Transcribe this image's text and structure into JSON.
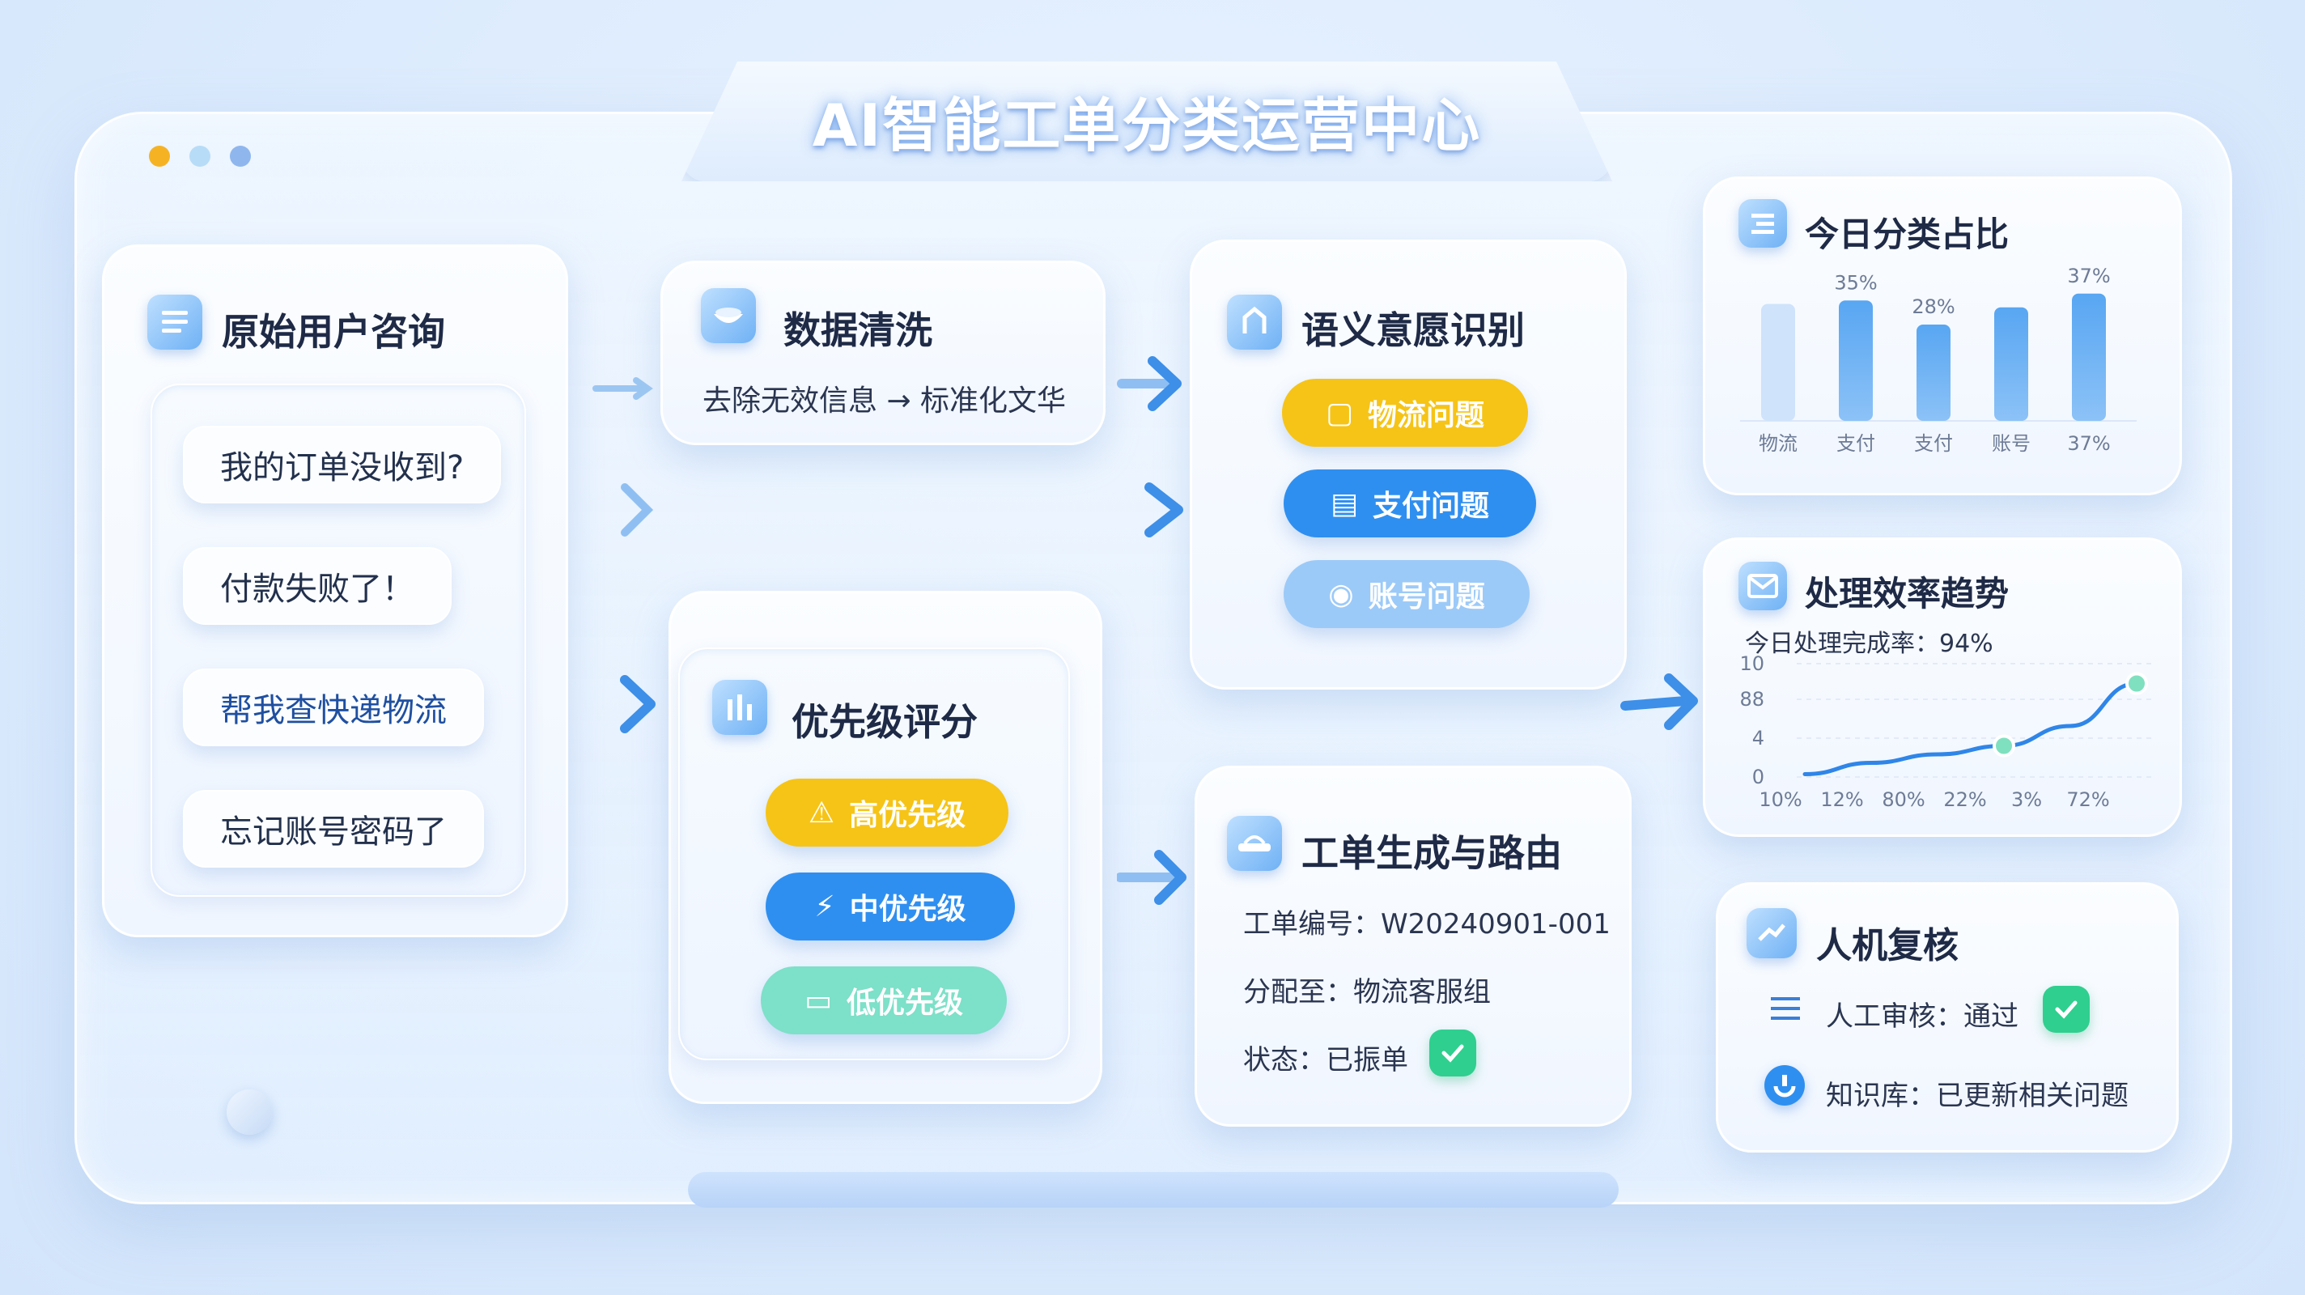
{
  "header": {
    "title": "AI智能工单分类运营中心"
  },
  "window_dots": [
    "#f5b324",
    "#b7dcf7",
    "#8fb7ee"
  ],
  "inquiry": {
    "title": "原始用户咨询",
    "messages": [
      "我的订单没收到?",
      "付款失败了！",
      "帮我查快递物流",
      "忘记账号密码了"
    ]
  },
  "cleaning": {
    "title": "数据清洗",
    "description": "去除无效信息 → 标准化文华"
  },
  "intent": {
    "title": "语义意愿识别",
    "tags": [
      {
        "label": "物流问题",
        "color": "#f6c417"
      },
      {
        "label": "支付问题",
        "color": "#2f8ff0"
      },
      {
        "label": "账号问题",
        "color": "#9ccaf8"
      }
    ]
  },
  "priority": {
    "title": "优先级评分",
    "levels": [
      {
        "label": "高优先级",
        "color": "#f6c417"
      },
      {
        "label": "中优先级",
        "color": "#2f8ff0"
      },
      {
        "label": "低优先级",
        "color": "#7de0c8"
      }
    ]
  },
  "ticket": {
    "title": "工单生成与路由",
    "number": "工单编号：W20240901-001",
    "assigned": "分配至：物流客服组",
    "status": "状态：已振单"
  },
  "share_chart": {
    "title": "今日分类占比",
    "chart_data": {
      "type": "bar",
      "categories": [
        "物流",
        "支付",
        "支付",
        "账号",
        "37%"
      ],
      "values": [
        34,
        35,
        28,
        33,
        37
      ],
      "data_labels": [
        "",
        "35%",
        "28%",
        "",
        "37%"
      ],
      "ylim": [
        0,
        40
      ]
    }
  },
  "trend_chart": {
    "title": "处理效率趋势",
    "subtitle": "今日处理完成率：94%",
    "chart_data": {
      "type": "line",
      "x": [
        "10%",
        "12%",
        "80%",
        "22%",
        "3%",
        "72%"
      ],
      "values": [
        2,
        10,
        16,
        22,
        36,
        66
      ],
      "yticks": [
        "0",
        "4",
        "88",
        "10"
      ],
      "ylim": [
        0,
        80
      ]
    }
  },
  "review": {
    "title": "人机复核",
    "manual": "人工审核：通过",
    "knowledge": "知识库：已更新相关问题"
  }
}
